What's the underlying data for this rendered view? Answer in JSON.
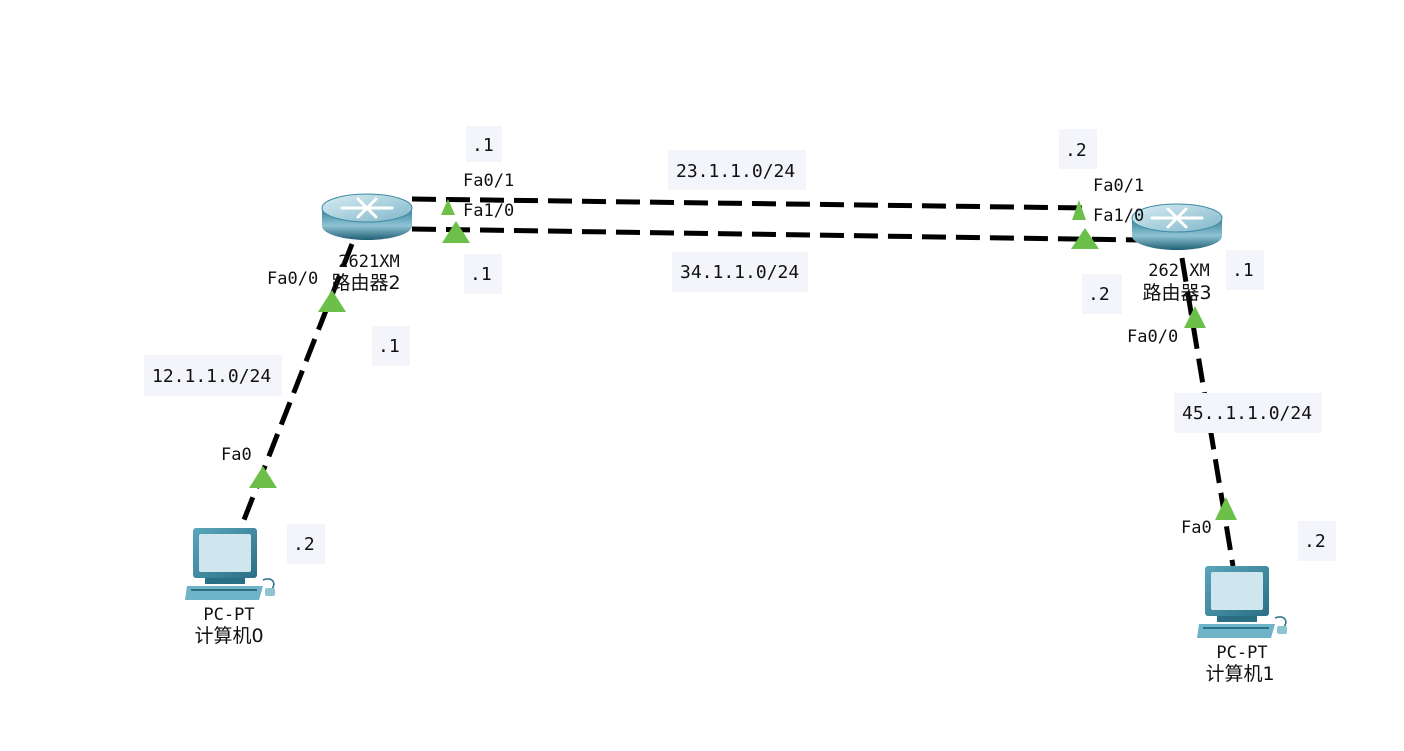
{
  "devices": {
    "router2": {
      "model": "2621XM",
      "name": "路由器2"
    },
    "router3": {
      "model": "262 XM",
      "name": "路由器3"
    },
    "pc0": {
      "model": "PC-PT",
      "name": "计算机0"
    },
    "pc1": {
      "model": "PC-PT",
      "name": "计算机1"
    }
  },
  "ports": {
    "r2_fa01": "Fa0/1",
    "r2_fa10": "Fa1/0",
    "r2_fa00": "Fa0/0",
    "r3_fa01": "Fa0/1",
    "r3_fa10": "Fa1/0",
    "r3_fa00": "Fa0/0",
    "pc0_fa0": "Fa0",
    "pc1_fa0": "Fa0"
  },
  "notes": {
    "net_23": "23.1.1.0/24",
    "net_34": "34.1.1.0/24",
    "net_12": "12.1.1.0/24",
    "net_45": "45..1.1.0/24",
    "r2_fa01_addr": ".1",
    "r2_fa10_addr": ".1",
    "r2_fa00_addr": ".1",
    "r3_fa01_addr": ".2",
    "r3_fa10_addr": ".2",
    "r3_fa00_addr": ".1",
    "pc0_addr": ".2",
    "pc1_addr": ".2"
  },
  "colors": {
    "link": "#000000",
    "port_status": "#6cc04a",
    "note_background": "#f3f5fb"
  }
}
